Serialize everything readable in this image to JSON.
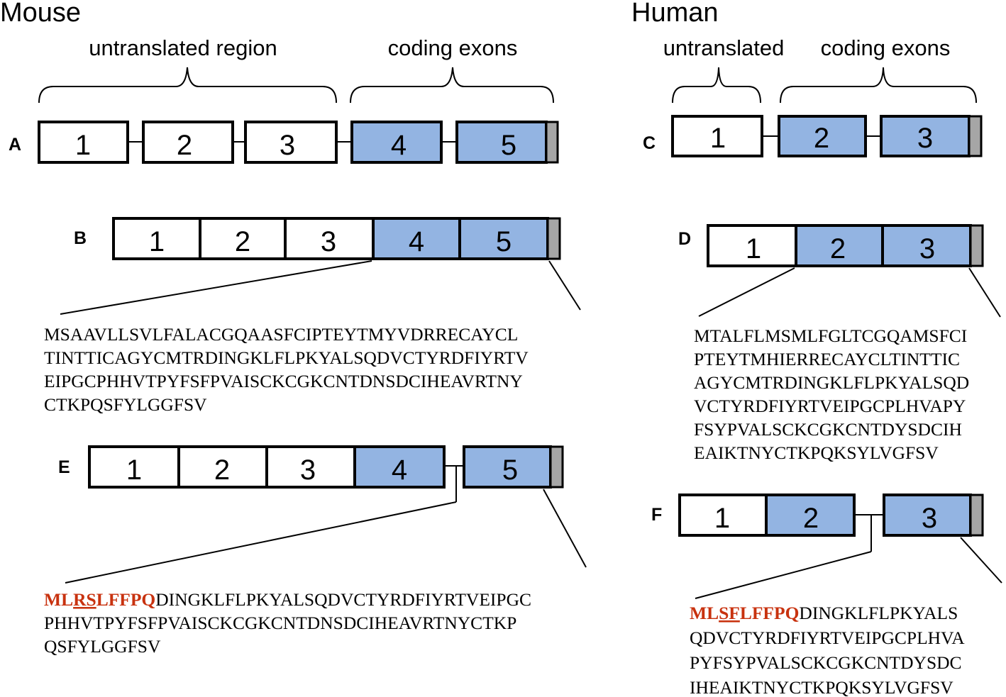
{
  "headings": {
    "mouse": "Mouse",
    "human": "Human"
  },
  "brackets": {
    "mouse_utr": "untranslated region",
    "mouse_coding": "coding exons",
    "human_utr": "untranslated",
    "human_coding": "coding exons"
  },
  "panels": {
    "A": {
      "letter": "A",
      "exons": [
        "1",
        "2",
        "3",
        "4",
        "5"
      ]
    },
    "B": {
      "letter": "B",
      "exons": [
        "1",
        "2",
        "3",
        "4",
        "5"
      ],
      "sequence": [
        "MSAAVLLSVLFALACGQAASFCIPTEYTMYVDRRECAYCL",
        "TINTTICAGYCMTRDINGKLFLPKYALSQDVCTYRDFIYRTV",
        "EIPGCPHHVTPYFSFPVAISCKCGKCNTDNSDCIHEAVRTNY",
        "CTKPQSFYLGGFSV"
      ]
    },
    "C": {
      "letter": "C",
      "exons": [
        "1",
        "2",
        "3"
      ]
    },
    "D": {
      "letter": "D",
      "exons": [
        "1",
        "2",
        "3"
      ],
      "sequence": [
        "MTALFLMSMLFGLTCGQAMSFCI",
        "PTEYTMHIERRECAYCLTINTTIC",
        "AGYCMTRDINGKLFLPKYALSQD",
        "VCTYRDFIYRTVEIPGCPLHVAPY",
        "FSYPVALSCKCGKCNTDYSDCIH",
        "EAIKTNYCTKPQKSYLVGFSV"
      ]
    },
    "E": {
      "letter": "E",
      "exons": [
        "1",
        "2",
        "3",
        "4",
        "5"
      ],
      "seq_red_a": "ML",
      "seq_red_u": "RS",
      "seq_red_b": "LFFPQ",
      "seq_rest_first": "DINGKLFLPKYALSQDVCTYRDFIYRTVEIPGC",
      "sequence_rest": [
        "PHHVTPYFSFPVAISCKCGKCNTDNSDCIHEAVRTNYCTKP",
        "QSFYLGGFSV"
      ]
    },
    "F": {
      "letter": "F",
      "exons": [
        "1",
        "2",
        "3"
      ],
      "seq_red_a": "ML",
      "seq_red_u": "SF",
      "seq_red_b": "LFFPQ",
      "seq_rest_first": "DINGKLFLPKYALS",
      "sequence_rest": [
        "QDVCTYRDFIYRTVEIPGCPLHVA",
        "PYFSYPVALSCKCGKCNTDYSDC",
        "IHEAIKTNYCTKPQKSYLVGFSV"
      ]
    }
  },
  "colors": {
    "coding": "#93b4e2",
    "tail": "#a6a6a6",
    "highlight": "#c8320f"
  }
}
